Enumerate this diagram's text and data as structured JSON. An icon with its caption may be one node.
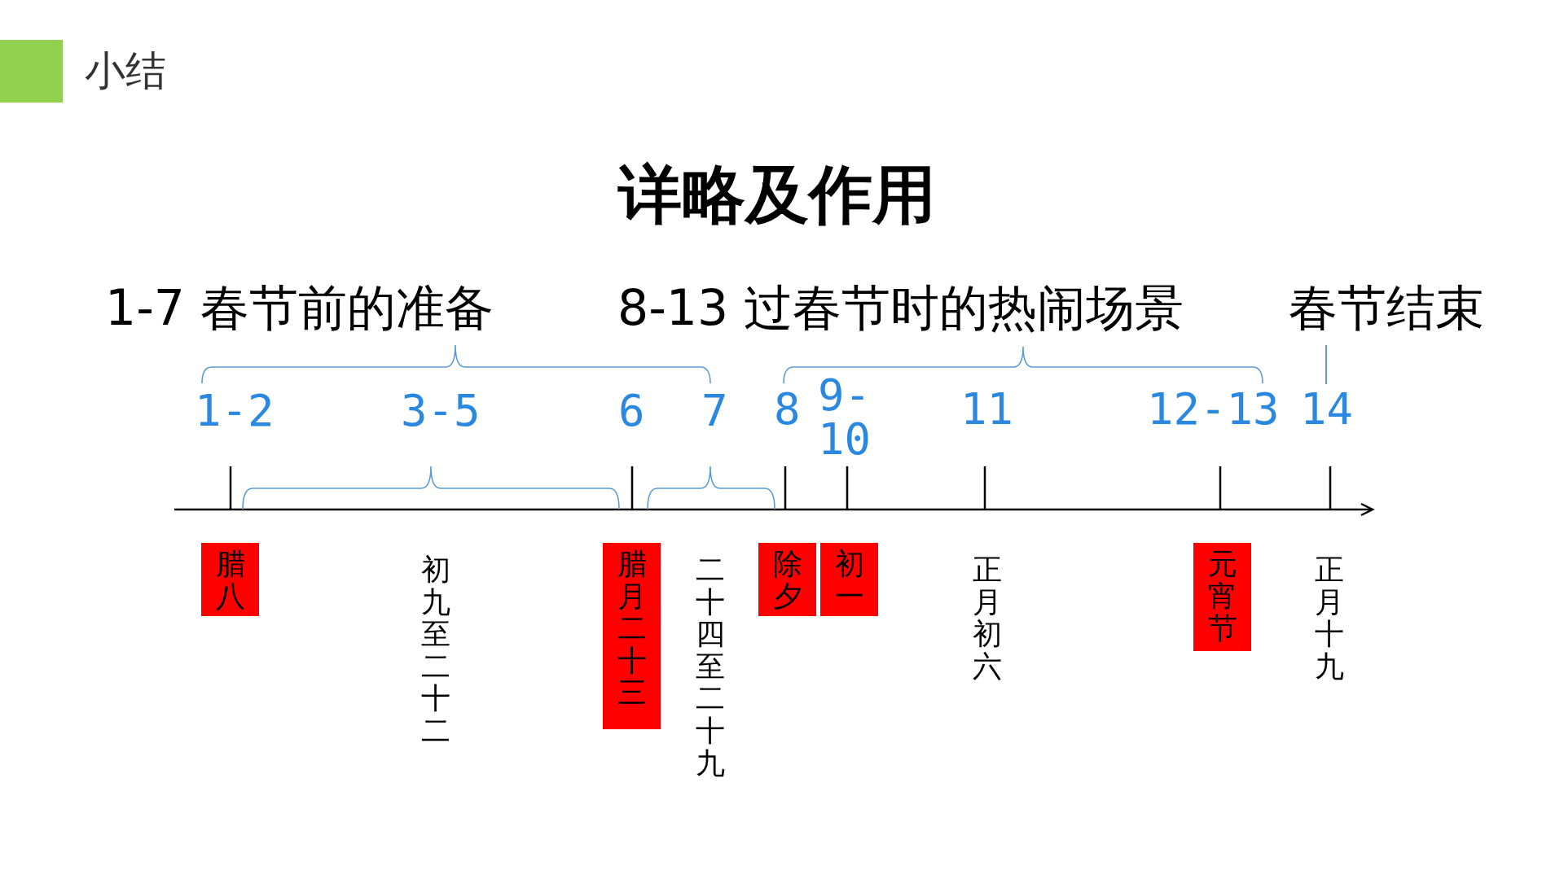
{
  "diagram": {
    "title": "详略及作用",
    "nodes": [
      {
        "text": [
          "腊八"
        ]
      },
      {
        "text": [
          "腊月二十三"
        ]
      },
      {
        "text": [
          "除夕"
        ]
      },
      {
        "text": [
          "初一"
        ]
      },
      {
        "text": [
          "元宵节"
        ]
      }
    ],
    "labels": [
      "小结",
      "1-7 春节前的准备",
      "8-13 过春节时的热闹场景",
      "春节结束",
      "1-2",
      "3-5",
      "6",
      "7",
      "8",
      "9-10",
      "11",
      "12-13",
      "14",
      "初九至二十二",
      "二十四至二十九",
      "正月初六",
      "正月十九"
    ]
  }
}
